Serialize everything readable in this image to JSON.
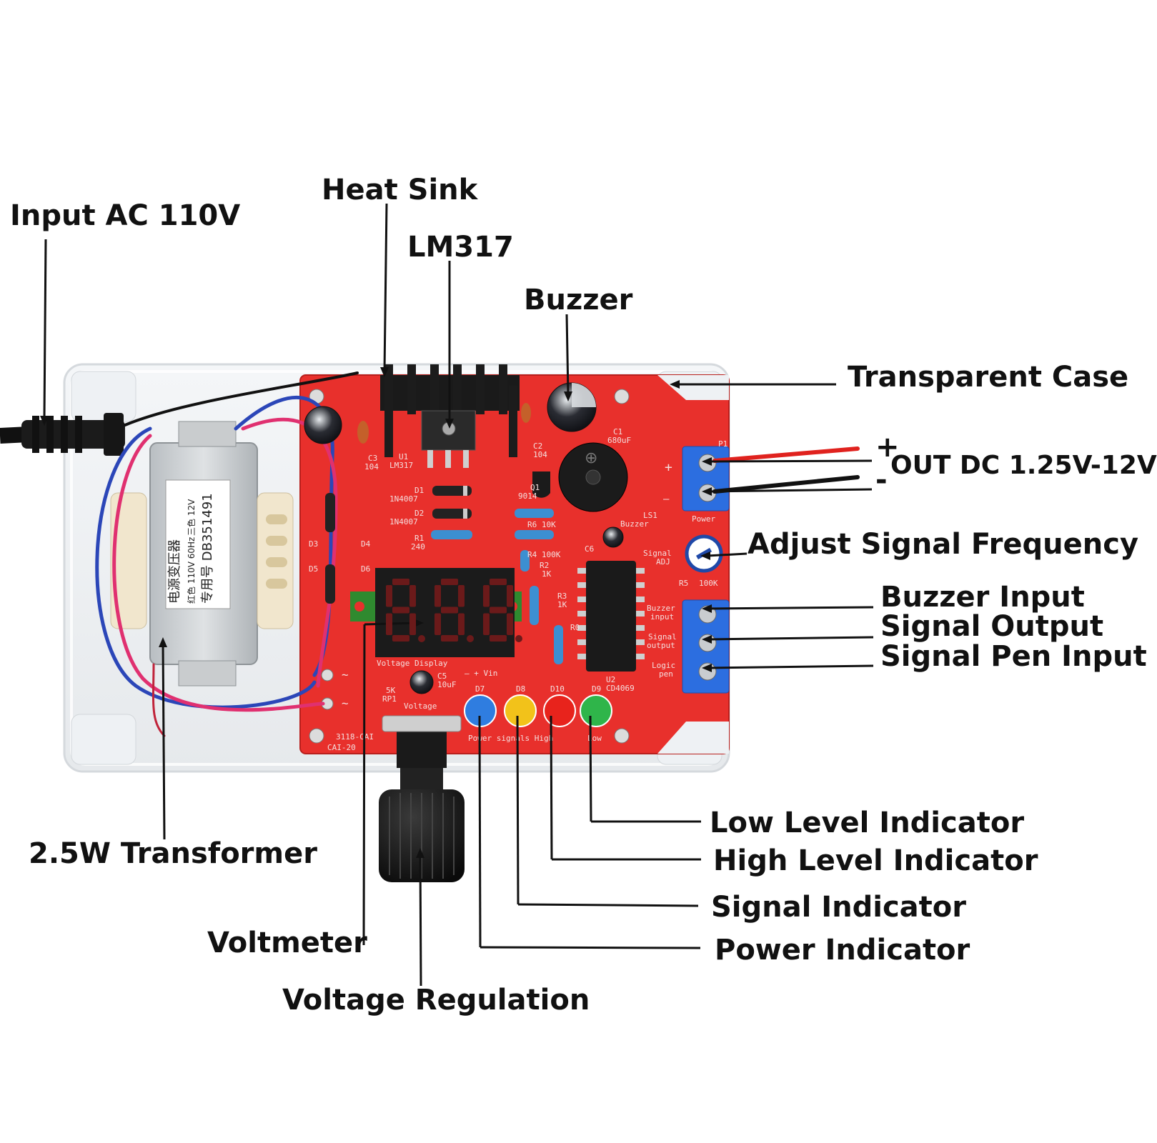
{
  "labels": {
    "input_ac": "Input AC 110V",
    "heat_sink": "Heat Sink",
    "lm317": "LM317",
    "buzzer": "Buzzer",
    "transparent_case": "Transparent Case",
    "out_plus": "+",
    "out_minus": "-",
    "out_dc": "OUT DC 1.25V-12V",
    "adjust_freq": "Adjust Signal Frequency",
    "buzzer_input": "Buzzer Input",
    "signal_output": "Signal Output",
    "signal_pen_input": "Signal Pen Input",
    "transformer": "2.5W Transformer",
    "low_level": "Low Level Indicator",
    "high_level": "High Level Indicator",
    "signal_indicator": "Signal Indicator",
    "power_indicator": "Power Indicator",
    "voltmeter": "Voltmeter",
    "voltage_regulation": "Voltage Regulation"
  },
  "pcb_silkscreen": {
    "u1": "U1",
    "u1_part": "LM317",
    "c3": "C3",
    "c3_val": "104",
    "c2": "C2",
    "c2_val": "104",
    "c1": "C1",
    "c1_val": "680uF",
    "d1": "D1",
    "d1_part": "1N4007",
    "d2": "D2",
    "d2_part": "1N4007",
    "r1": "R1",
    "r1_val": "240",
    "q1": "Q1",
    "q1_part": "9014",
    "r6": "R6 10K",
    "r4": "R4 100K",
    "ls1": "LS1",
    "ls1_name": "Buzzer",
    "c6": "C6",
    "signal_adj": "Signal",
    "signal_adj2": "ADJ",
    "r5": "R5",
    "r5_val": "100K",
    "p1": "P1",
    "power": "Power",
    "r2": "R2",
    "r2_val": "1K",
    "r3": "R3",
    "r3_val": "1K",
    "r0": "R0",
    "voltage_display": "Voltage Display",
    "vin": "— + Vin",
    "c5": "C5",
    "c5_val": "10uF",
    "rp1": "5K",
    "rp1_name": "RP1",
    "voltage_adj": "Voltage",
    "d7": "D7",
    "d8": "D8",
    "d10": "D10",
    "d9": "D9",
    "power_signals_high": "Power signals High",
    "low": "Low",
    "u2": "U2",
    "u2_part": "CD4069",
    "buzzer_in": "Buzzer",
    "buzzer_in2": "input",
    "signal_out": "Signal",
    "signal_out2": "output",
    "logic_pen": "Logic",
    "logic_pen2": "pen",
    "board_id": "3118-CAI",
    "board_id2": "CAI-20",
    "d3": "D3",
    "d4": "D4",
    "d5": "D5",
    "d6": "D6",
    "plus_mark": "+",
    "minus_mark": "—",
    "tilde": "~"
  },
  "transformer_label": {
    "line1": "电源变压器",
    "line2": "红色 110V 60Hz",
    "line3": "三色 12V",
    "line4": "专用号 DB351491"
  },
  "display_digits": "8.8.8.",
  "led_colors": {
    "power": "#2f7de0",
    "signal": "#f2c21a",
    "high": "#e8231c",
    "low": "#2fb54a"
  },
  "pcb_color": "#e8302c",
  "terminal_color": "#2c6ee0"
}
